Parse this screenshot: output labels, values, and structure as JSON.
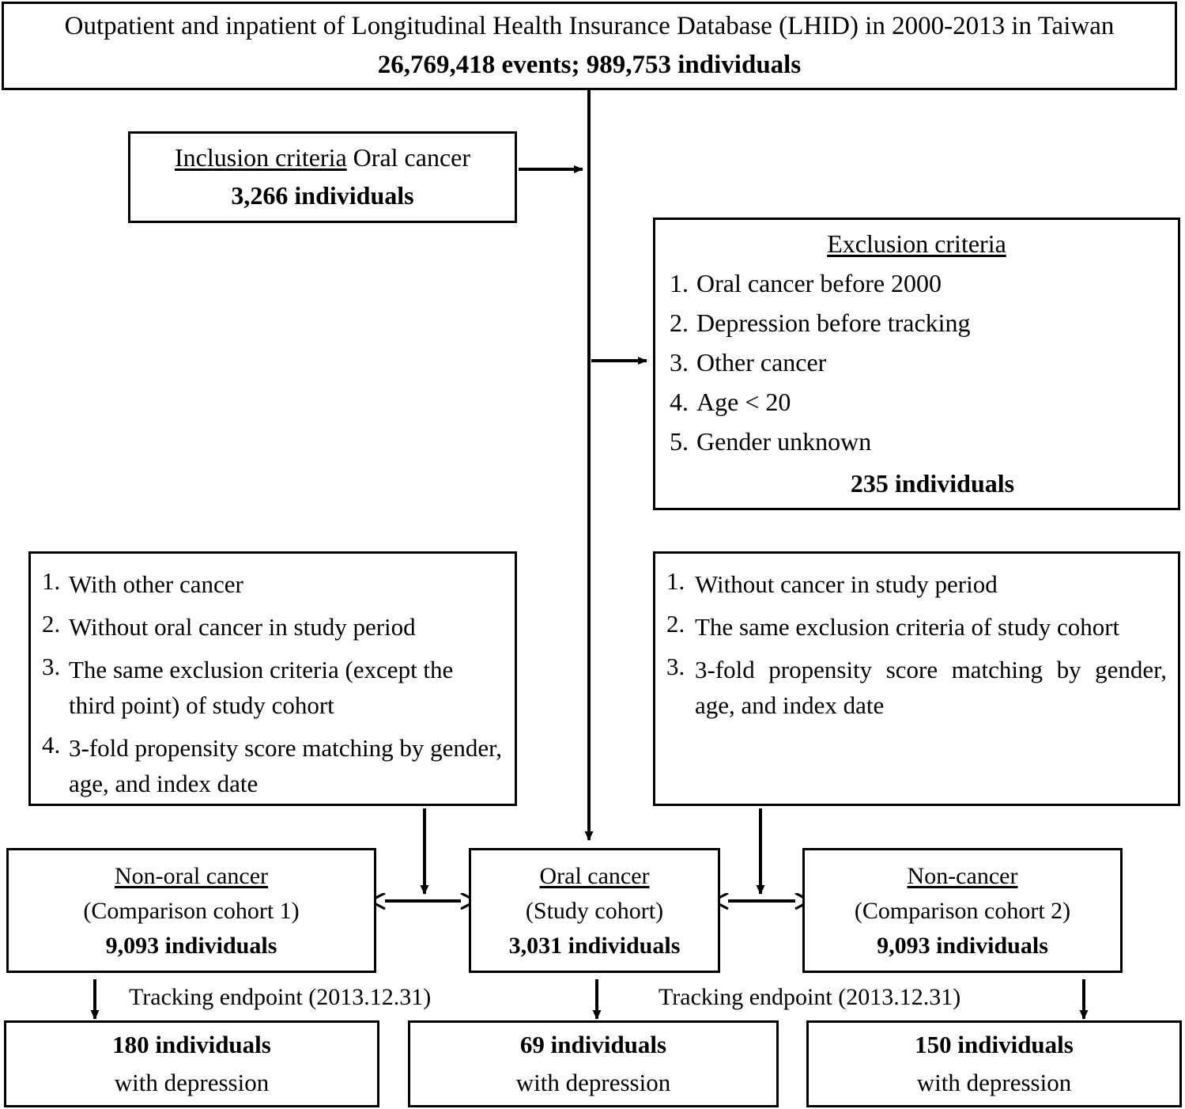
{
  "diagram": {
    "title": "Study flow diagram of oral cancer and depression cohorts",
    "title_box": {
      "line1": "Outpatient and inpatient of Longitudinal Health Insurance Database (LHID) in 2000-2013 in Taiwan",
      "line2": "26,769,418 events; 989,753 individuals"
    },
    "inclusion_box": {
      "heading": "Inclusion criteria",
      "heading_rest": " Oral cancer",
      "count": "3,266 individuals"
    },
    "exclusion_box": {
      "heading": "Exclusion criteria",
      "items": [
        {
          "num": "1.",
          "text": "Oral cancer before 2000"
        },
        {
          "num": "2.",
          "text": "Depression before tracking"
        },
        {
          "num": "3.",
          "text": "Other cancer"
        },
        {
          "num": "4.",
          "text": "Age < 20"
        },
        {
          "num": "5.",
          "text": "Gender unknown"
        }
      ],
      "count": "235 individuals"
    },
    "left_criteria_box": {
      "items": [
        {
          "num": "1.",
          "text": "With other cancer"
        },
        {
          "num": "2.",
          "text": "Without oral cancer in study period"
        },
        {
          "num": "3.",
          "text": "The same exclusion criteria (except the third point) of study cohort"
        },
        {
          "num": "4.",
          "text": "3-fold propensity score matching by gender, age, and index date"
        }
      ]
    },
    "right_criteria_box": {
      "items": [
        {
          "num": "1.",
          "text": "Without cancer in study period"
        },
        {
          "num": "2.",
          "text": "The same exclusion criteria of study cohort"
        },
        {
          "num": "3.",
          "text": "3-fold propensity score matching by gender, age, and index date"
        }
      ]
    },
    "cohorts": [
      {
        "name": "Non-oral cancer",
        "role": "(Comparison cohort 1)",
        "count": "9,093 individuals"
      },
      {
        "name": "Oral cancer",
        "role": "(Study cohort)",
        "count": "3,031 individuals"
      },
      {
        "name": "Non-cancer",
        "role": "(Comparison cohort 2)",
        "count": "9,093 individuals"
      }
    ],
    "tracking_labels": [
      "Tracking endpoint (2013.12.31)",
      "Tracking endpoint (2013.12.31)"
    ],
    "results": [
      {
        "count": "180 individuals",
        "desc": "with depression"
      },
      {
        "count": "69 individuals",
        "desc": "with depression"
      },
      {
        "count": "150 individuals",
        "desc": "with depression"
      }
    ],
    "colors": {
      "stroke": "#000000",
      "background": "#ffffff"
    }
  }
}
